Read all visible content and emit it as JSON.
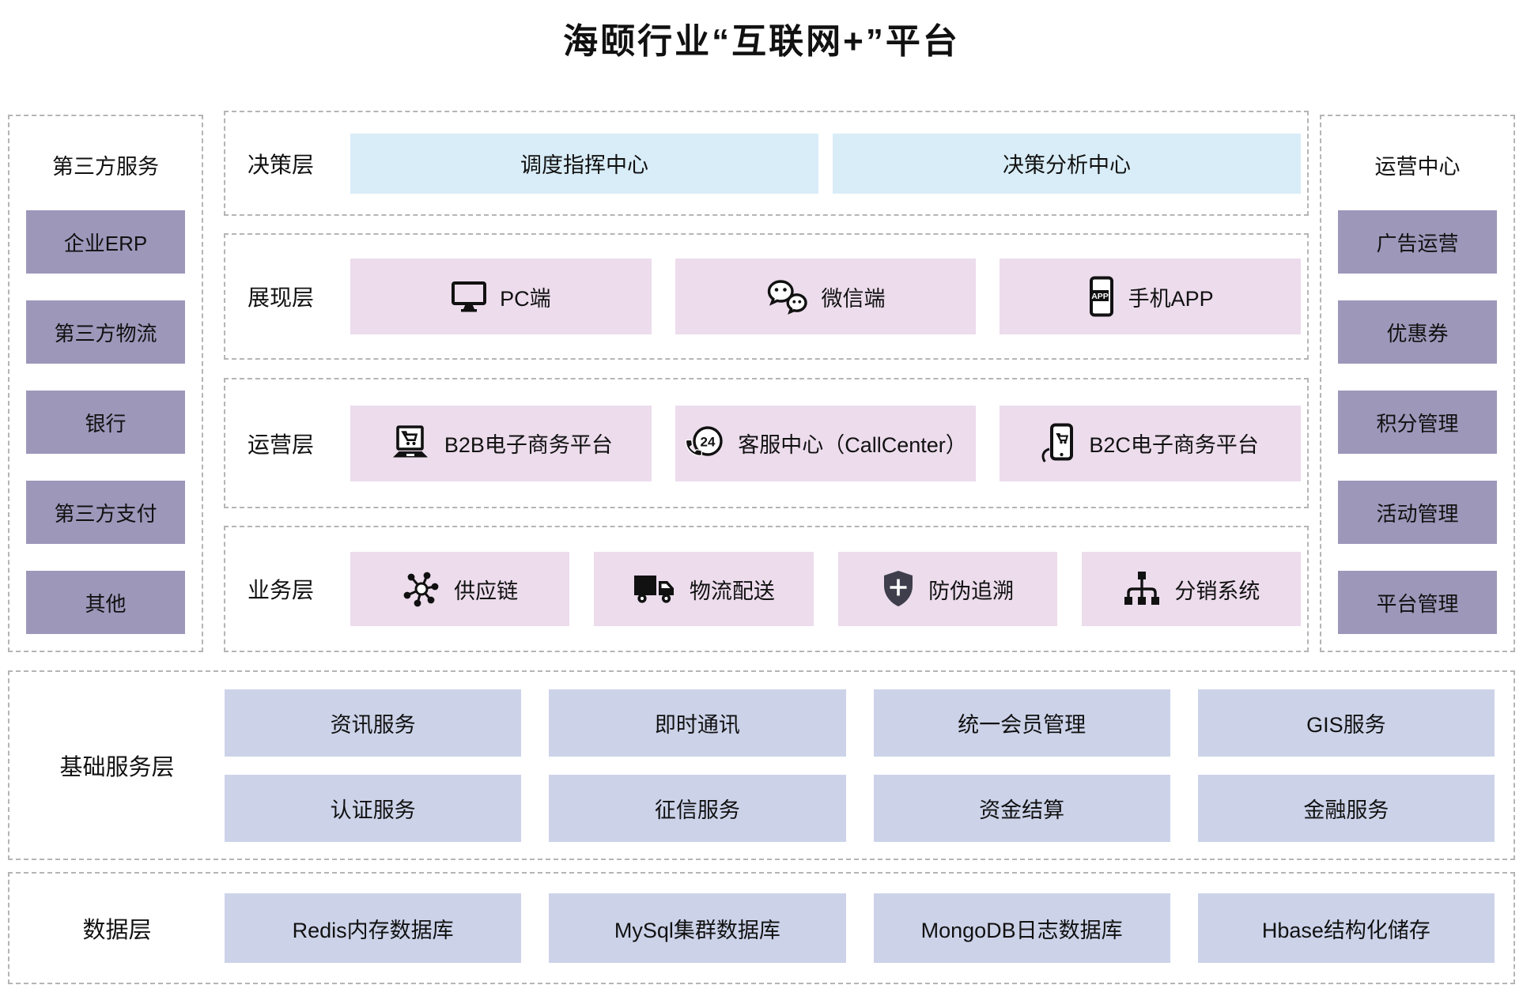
{
  "title": "海颐行业“互联网+”平台",
  "colors": {
    "sidebar_box": "#9d97ba",
    "decision_box": "#d9edf8",
    "app_box": "#ecdcec",
    "service_box": "#ccd3e9",
    "dashed_border": "#b5b5b5",
    "shield_fill": "#3e3e4c",
    "icon_ink": "#111111"
  },
  "left_sidebar": {
    "title": "第三方服务",
    "items": [
      "企业ERP",
      "第三方物流",
      "银行",
      "第三方支付",
      "其他"
    ]
  },
  "right_sidebar": {
    "title": "运营中心",
    "items": [
      "广告运营",
      "优惠券",
      "积分管理",
      "活动管理",
      "平台管理"
    ]
  },
  "layers": [
    {
      "label": "决策层",
      "boxes": [
        {
          "label": "调度指挥中心"
        },
        {
          "label": "决策分析中心"
        }
      ]
    },
    {
      "label": "展现层",
      "boxes": [
        {
          "icon": "monitor-icon",
          "label": "PC端"
        },
        {
          "icon": "wechat-icon",
          "label": "微信端"
        },
        {
          "icon": "phone-app-icon",
          "label": "手机APP"
        }
      ]
    },
    {
      "label": "运营层",
      "boxes": [
        {
          "icon": "b2b-laptop-cart-icon",
          "label": "B2B电子商务平台"
        },
        {
          "icon": "callcenter-24-phone-icon",
          "label": "客服中心（CallCenter）"
        },
        {
          "icon": "b2c-phone-cart-icon",
          "label": "B2C电子商务平台"
        }
      ]
    },
    {
      "label": "业务层",
      "boxes": [
        {
          "icon": "supply-chain-network-icon",
          "label": "供应链"
        },
        {
          "icon": "delivery-truck-icon",
          "label": "物流配送"
        },
        {
          "icon": "shield-plus-icon",
          "label": "防伪追溯"
        },
        {
          "icon": "distribution-tree-icon",
          "label": "分销系统"
        }
      ]
    }
  ],
  "base_service_layer": {
    "label": "基础服务层",
    "rows": [
      [
        "资讯服务",
        "即时通讯",
        "统一会员管理",
        "GIS服务"
      ],
      [
        "认证服务",
        "征信服务",
        "资金结算",
        "金融服务"
      ]
    ]
  },
  "data_layer": {
    "label": "数据层",
    "items": [
      "Redis内存数据库",
      "MySql集群数据库",
      "MongoDB日志数据库",
      "Hbase结构化储存"
    ]
  }
}
